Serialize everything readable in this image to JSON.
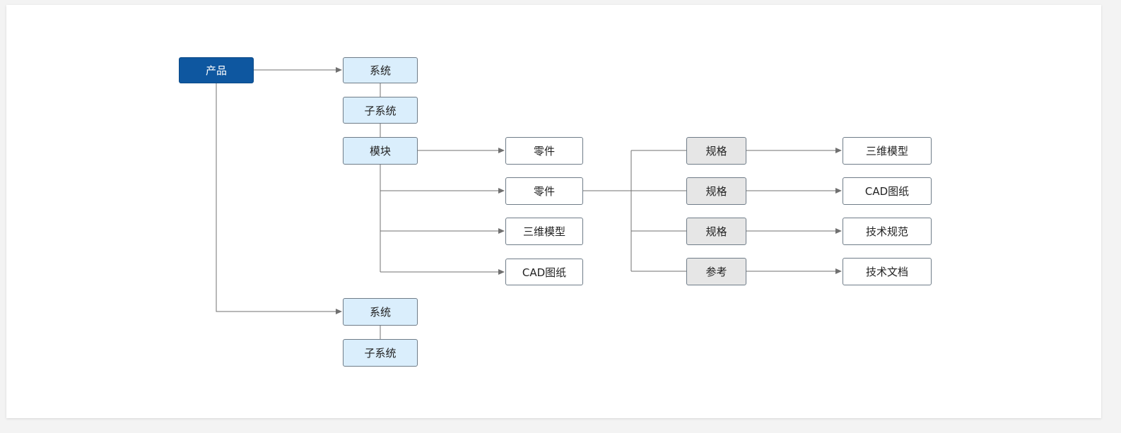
{
  "colors": {
    "root_fill": "#0e57a0",
    "level_fill": "#daeefc",
    "attribute_fill": "#e6e6e6",
    "leaf_fill": "#ffffff",
    "edge": "#707070"
  },
  "nodes": {
    "product": "产品",
    "system_1": "系统",
    "subsystem_1": "子系统",
    "module": "模块",
    "part_1": "零件",
    "part_2": "零件",
    "model_3d_1": "三维模型",
    "cad_drawing_1": "CAD图纸",
    "system_2": "系统",
    "subsystem_2": "子系统",
    "spec_1": "规格",
    "spec_2": "规格",
    "spec_3": "规格",
    "reference": "参考",
    "model_3d_2": "三维模型",
    "cad_drawing_2": "CAD图纸",
    "tech_spec": "技术规范",
    "tech_doc": "技术文档"
  }
}
